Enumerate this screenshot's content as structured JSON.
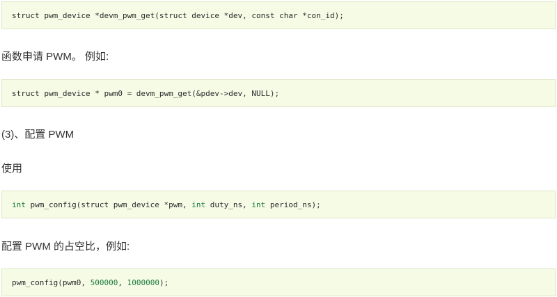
{
  "blocks": {
    "code1": "struct pwm_device *devm_pwm_get(struct device *dev, const char *con_id);",
    "para1": "函数申请 PWM。 例如:",
    "code2": "struct pwm_device * pwm0 = devm_pwm_get(&pdev->dev, NULL);",
    "para2": "(3)、配置 PWM",
    "para3": "使用",
    "code3": {
      "kw1": "int",
      "t1": " pwm_config(struct pwm_device *pwm, ",
      "kw2": "int",
      "t2": " duty_ns, ",
      "kw3": "int",
      "t3": " period_ns);"
    },
    "para4": "配置 PWM 的占空比，例如:",
    "code4": {
      "t1": "pwm_config(pwm0, ",
      "n1": "500000",
      "t2": ", ",
      "n2": "1000000",
      "t3": ");"
    }
  },
  "colors": {
    "code_background": "#f6fbe6",
    "code_border": "#dde6c4",
    "keyword": "#1a7a3a"
  }
}
